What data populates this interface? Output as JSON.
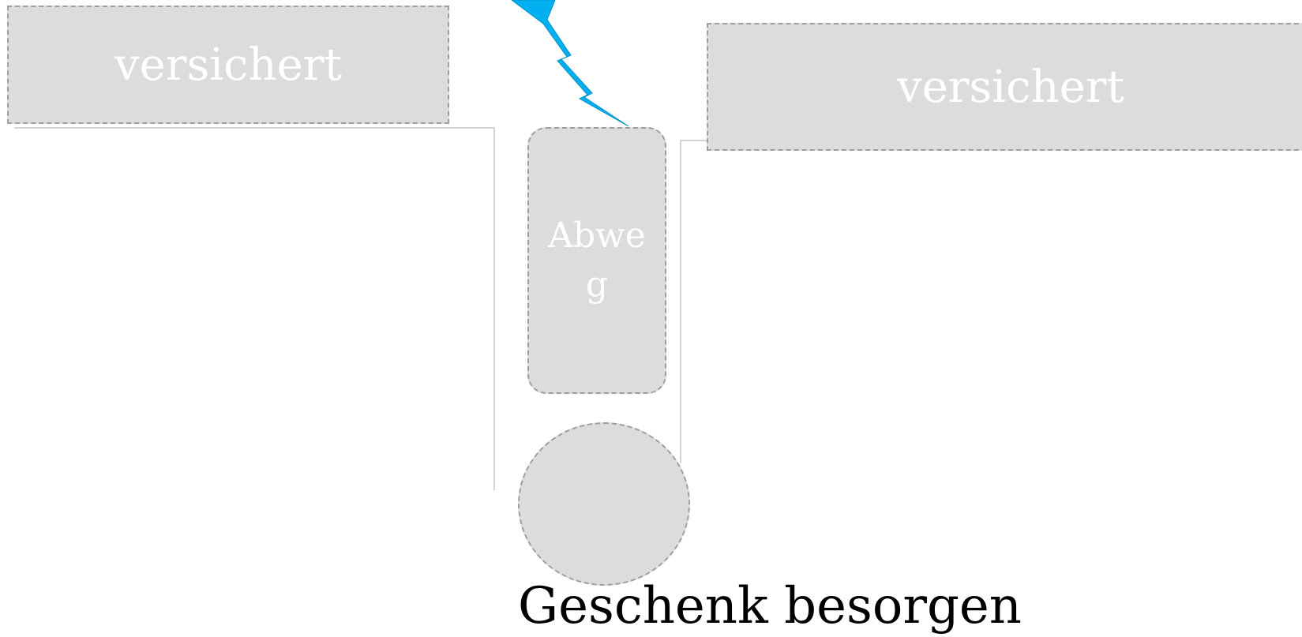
{
  "diagram": {
    "left_box": {
      "label": "versichert"
    },
    "right_box": {
      "label": "versichert"
    },
    "middle_box": {
      "label": "Abweg"
    },
    "caption": "Geschenk besorgen",
    "colors": {
      "box_fill": "#dcdcdc",
      "box_border": "#9e9e9e",
      "box_text": "#ffffff",
      "bolt": "#00b0f0",
      "connector": "#d4d4d4"
    },
    "icons": {
      "bolt": "lightning-bolt-icon"
    }
  }
}
